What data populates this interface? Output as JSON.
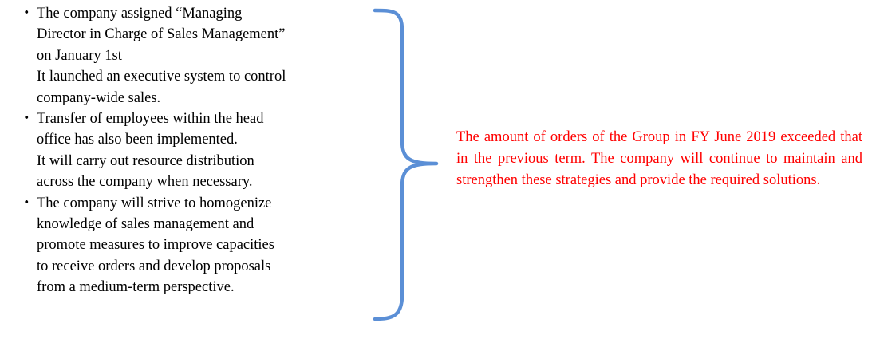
{
  "bullets": [
    {
      "marker": "・",
      "lines": [
        "The company assigned “Managing",
        "Director in Charge of Sales Management”",
        "on January 1st",
        "It launched an executive system to control",
        "company-wide sales."
      ]
    },
    {
      "marker": "・",
      "lines": [
        "Transfer of employees within the head",
        "office has also been implemented.",
        "It will carry out resource distribution",
        "across the company when necessary."
      ]
    },
    {
      "marker": "・",
      "lines": [
        "The company will strive to homogenize",
        "knowledge of sales management and",
        "promote measures to improve capacities",
        "to receive orders and develop proposals",
        "from a medium-term perspective."
      ]
    }
  ],
  "summary": "The amount of orders of the Group in FY June 2019 exceeded that in the previous term. The company will continue to maintain and strengthen these strategies and provide the required solutions.",
  "colors": {
    "brace": "#5b8fd6",
    "summary_text": "#ff0000",
    "body_text": "#000000"
  }
}
